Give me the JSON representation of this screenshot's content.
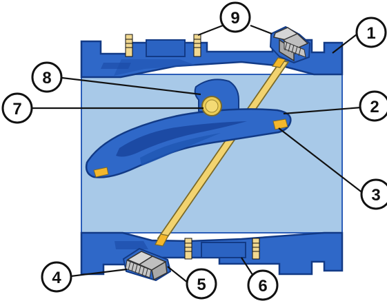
{
  "callouts": [
    {
      "label": "1"
    },
    {
      "label": "2"
    },
    {
      "label": "3"
    },
    {
      "label": "4"
    },
    {
      "label": "5"
    },
    {
      "label": "6"
    },
    {
      "label": "7"
    },
    {
      "label": "8"
    },
    {
      "label": "9"
    }
  ],
  "colors": {
    "flow": "#a8c9e8",
    "body": "#2f68c8",
    "body_dark": "#1b47a0",
    "body_edge": "#123a86",
    "rod": "#f2d36f",
    "rod_edge": "#7a6a2a",
    "accent": "#f4b72b",
    "bolt": "#c9c9c9",
    "bolt_edge": "#333333",
    "callout_fill": "#ffffff",
    "callout_stroke": "#111111"
  },
  "icons": {
    "callout": "numbered-circle",
    "bolt": "hex-bolt",
    "hinge_pin": "pin"
  }
}
